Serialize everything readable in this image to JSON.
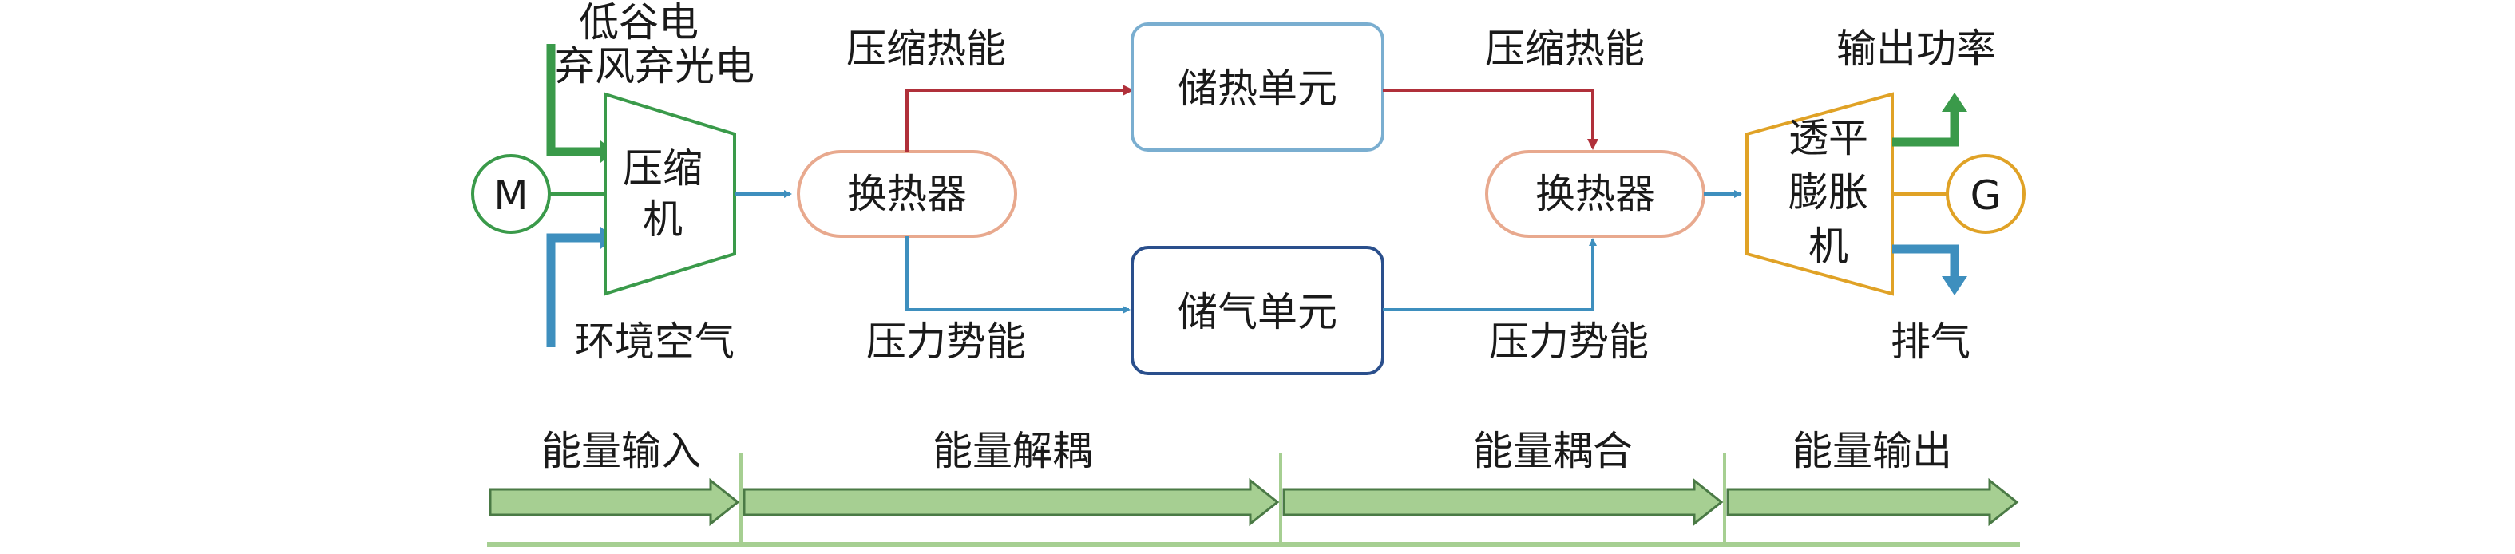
{
  "motor": {
    "label": "M"
  },
  "generator": {
    "label": "G"
  },
  "compressor": {
    "line1": "压缩",
    "line2": "机"
  },
  "turbine": {
    "line1": "透平",
    "line2": "膨胀",
    "line3": "机"
  },
  "inputs": {
    "line1": "低谷电",
    "line2": "弃风弃光电",
    "air": "环境空气"
  },
  "heat_exchanger_left": {
    "label": "换热器"
  },
  "heat_exchanger_right": {
    "label": "换热器"
  },
  "heat_storage": {
    "label": "储热单元"
  },
  "gas_storage": {
    "label": "储气单元"
  },
  "flows": {
    "heat_in": "压缩热能",
    "heat_out": "压缩热能",
    "pressure_in": "压力势能",
    "pressure_out": "压力势能"
  },
  "outputs": {
    "power": "输出功率",
    "exhaust": "排气"
  },
  "stages": [
    "能量输入",
    "能量解耦",
    "能量耦合",
    "能量输出"
  ],
  "colors": {
    "green": "#3a9a4a",
    "blue": "#3e8fbe",
    "red": "#b0303a",
    "orange": "#e0a226",
    "hx_border": "#e8a98e",
    "heat_box": "#7aaed0",
    "gas_box": "#2a4f8c",
    "stage_fill": "#a6cf92",
    "stage_stroke": "#4a7a45"
  }
}
